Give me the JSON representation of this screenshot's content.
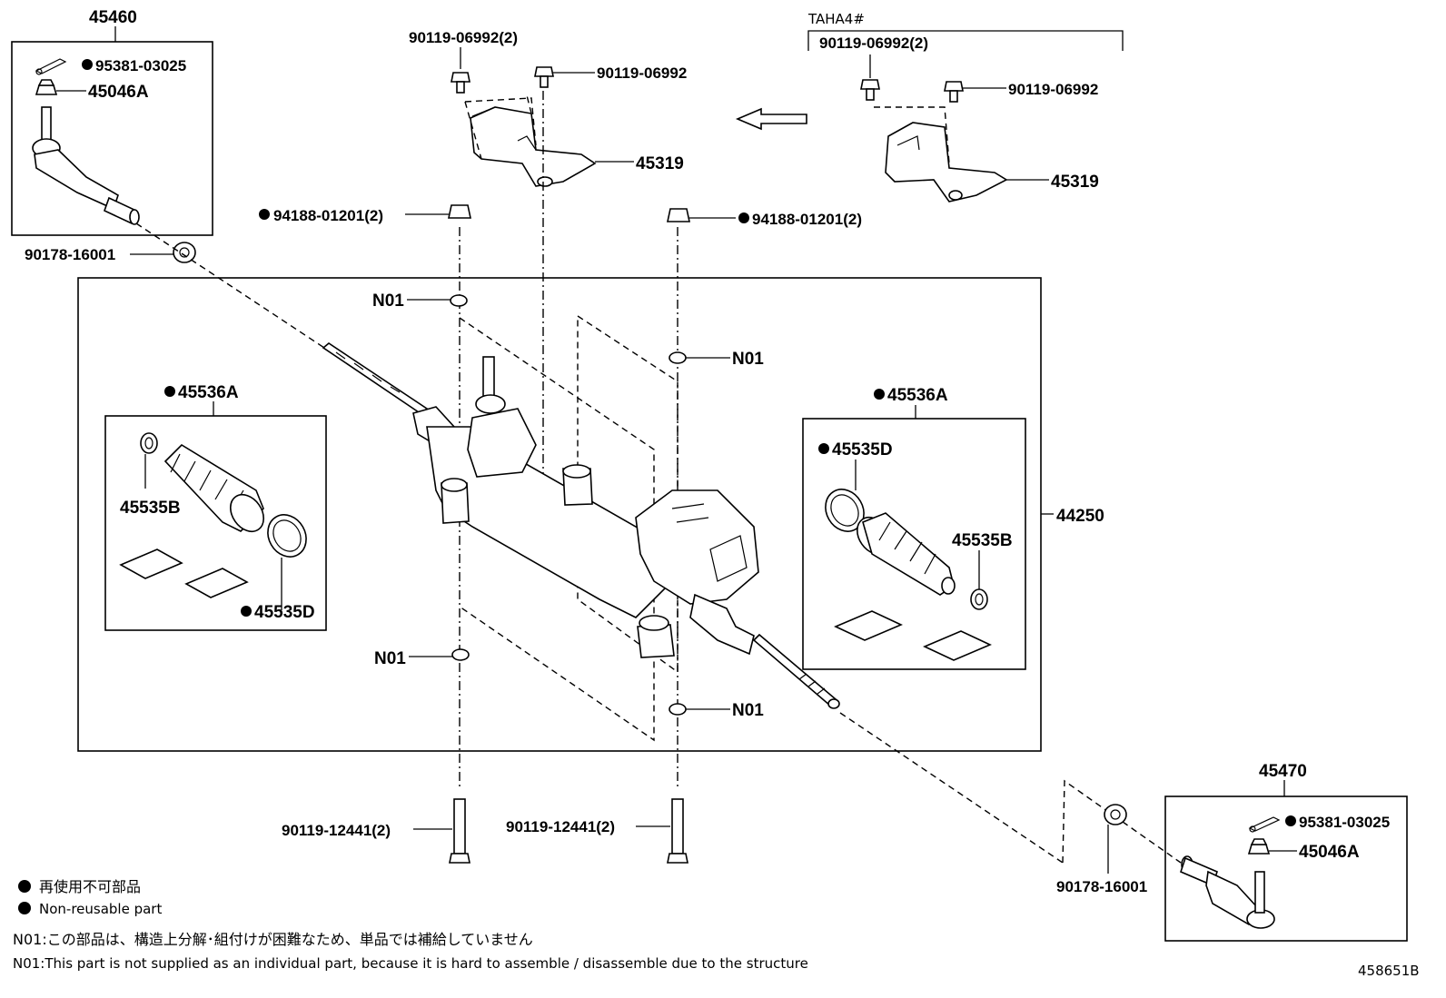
{
  "labels": {
    "p45460": "45460",
    "p95381_l": "95381-03025",
    "p45046A_l": "45046A",
    "p90178_l": "90178-16001",
    "p90119_06992_2": "90119-06992(2)",
    "p90119_06992": "90119-06992",
    "p45319": "45319",
    "taha": "TAHA4#",
    "taha_90119_06992_2": "90119-06992(2)",
    "taha_90119_06992": "90119-06992",
    "taha_45319": "45319",
    "p94188_l": "94188-01201(2)",
    "p94188_r": "94188-01201(2)",
    "n01_a": "N01",
    "n01_b": "N01",
    "n01_c": "N01",
    "n01_d": "N01",
    "p45536A_l": "45536A",
    "p45535B_l": "45535B",
    "p45535D_l": "45535D",
    "p45536A_r": "45536A",
    "p45535D_r": "45535D",
    "p45535B_r": "45535B",
    "p44250": "44250",
    "p90119_12441_l": "90119-12441(2)",
    "p90119_12441_r": "90119-12441(2)",
    "p45470": "45470",
    "p95381_r": "95381-03025",
    "p45046A_r": "45046A",
    "p90178_r": "90178-16001",
    "diagram_id": "458651B"
  },
  "legend": {
    "jp": "再使用不可部品",
    "en": "Non-reusable part"
  },
  "notes": {
    "jp": "N01:この部品は、構造上分解･組付けが困難なため、単品では補給していません",
    "en": "N01:This part is not supplied as an individual part, because it is hard to assemble / disassemble due to the structure"
  },
  "icons": [
    "non-reusable-dot-icon",
    "direction-arrow-icon"
  ]
}
